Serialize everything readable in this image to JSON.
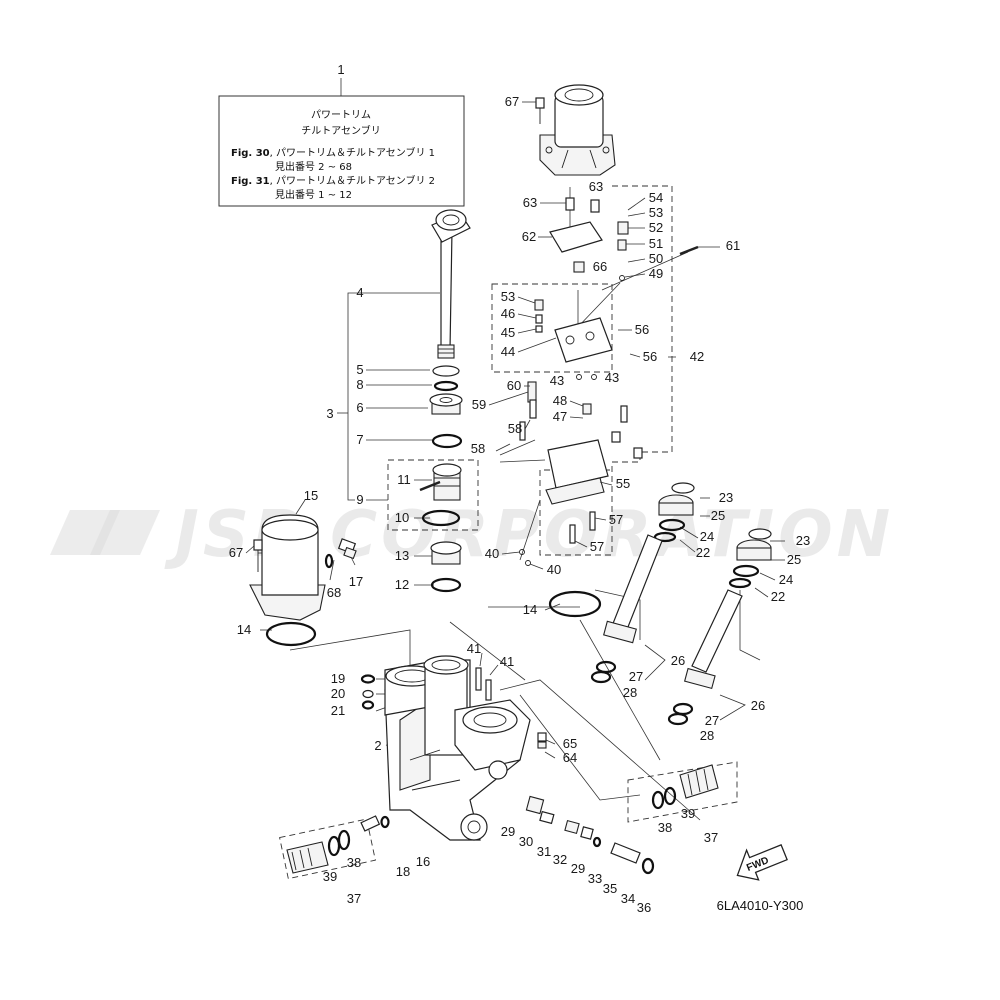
{
  "watermark": "JSP CORPORATION",
  "reference_box": {
    "title_line1": "パワートリム",
    "title_line2": "チルトアセンブリ",
    "ref1_fig": "Fig. 30",
    "ref1_text": ", パワートリム＆チルトアセンブリ 1",
    "ref1_range": "見出番号 2 ~ 68",
    "ref2_fig": "Fig. 31",
    "ref2_text": ", パワートリム＆チルトアセンブリ 2",
    "ref2_range": "見出番号 1 ~ 12"
  },
  "part_labels": {
    "p1": "1",
    "p2": "2",
    "p3": "3",
    "p4": "4",
    "p5": "5",
    "p6": "6",
    "p7": "7",
    "p8": "8",
    "p9": "9",
    "p10": "10",
    "p11": "11",
    "p12": "12",
    "p13": "13",
    "p14a": "14",
    "p14b": "14",
    "p15": "15",
    "p16": "16",
    "p17": "17",
    "p18": "18",
    "p19": "19",
    "p20": "20",
    "p21": "21",
    "p22a": "22",
    "p22b": "22",
    "p23a": "23",
    "p23b": "23",
    "p24a": "24",
    "p24b": "24",
    "p25a": "25",
    "p25b": "25",
    "p26a": "26",
    "p26b": "26",
    "p27a": "27",
    "p27b": "27",
    "p28a": "28",
    "p28b": "28",
    "p29a": "29",
    "p29b": "29",
    "p30": "30",
    "p31": "31",
    "p32": "32",
    "p33": "33",
    "p34": "34",
    "p35": "35",
    "p36": "36",
    "p37a": "37",
    "p37b": "37",
    "p38a": "38",
    "p38b": "38",
    "p39a": "39",
    "p39b": "39",
    "p40a": "40",
    "p40b": "40",
    "p41a": "41",
    "p41b": "41",
    "p42": "42",
    "p43a": "43",
    "p43b": "43",
    "p44": "44",
    "p45": "45",
    "p46": "46",
    "p47": "47",
    "p48": "48",
    "p49": "49",
    "p50": "50",
    "p51": "51",
    "p52": "52",
    "p53a": "53",
    "p53b": "53",
    "p54": "54",
    "p55": "55",
    "p56a": "56",
    "p56b": "56",
    "p57a": "57",
    "p57b": "57",
    "p58a": "58",
    "p58b": "58",
    "p59": "59",
    "p60": "60",
    "p61": "61",
    "p62": "62",
    "p63a": "63",
    "p63b": "63",
    "p64": "64",
    "p65": "65",
    "p66": "66",
    "p67a": "67",
    "p67b": "67",
    "p68": "68"
  },
  "fwd_label": "FWD",
  "drawing_code": "6LA4010-Y300"
}
